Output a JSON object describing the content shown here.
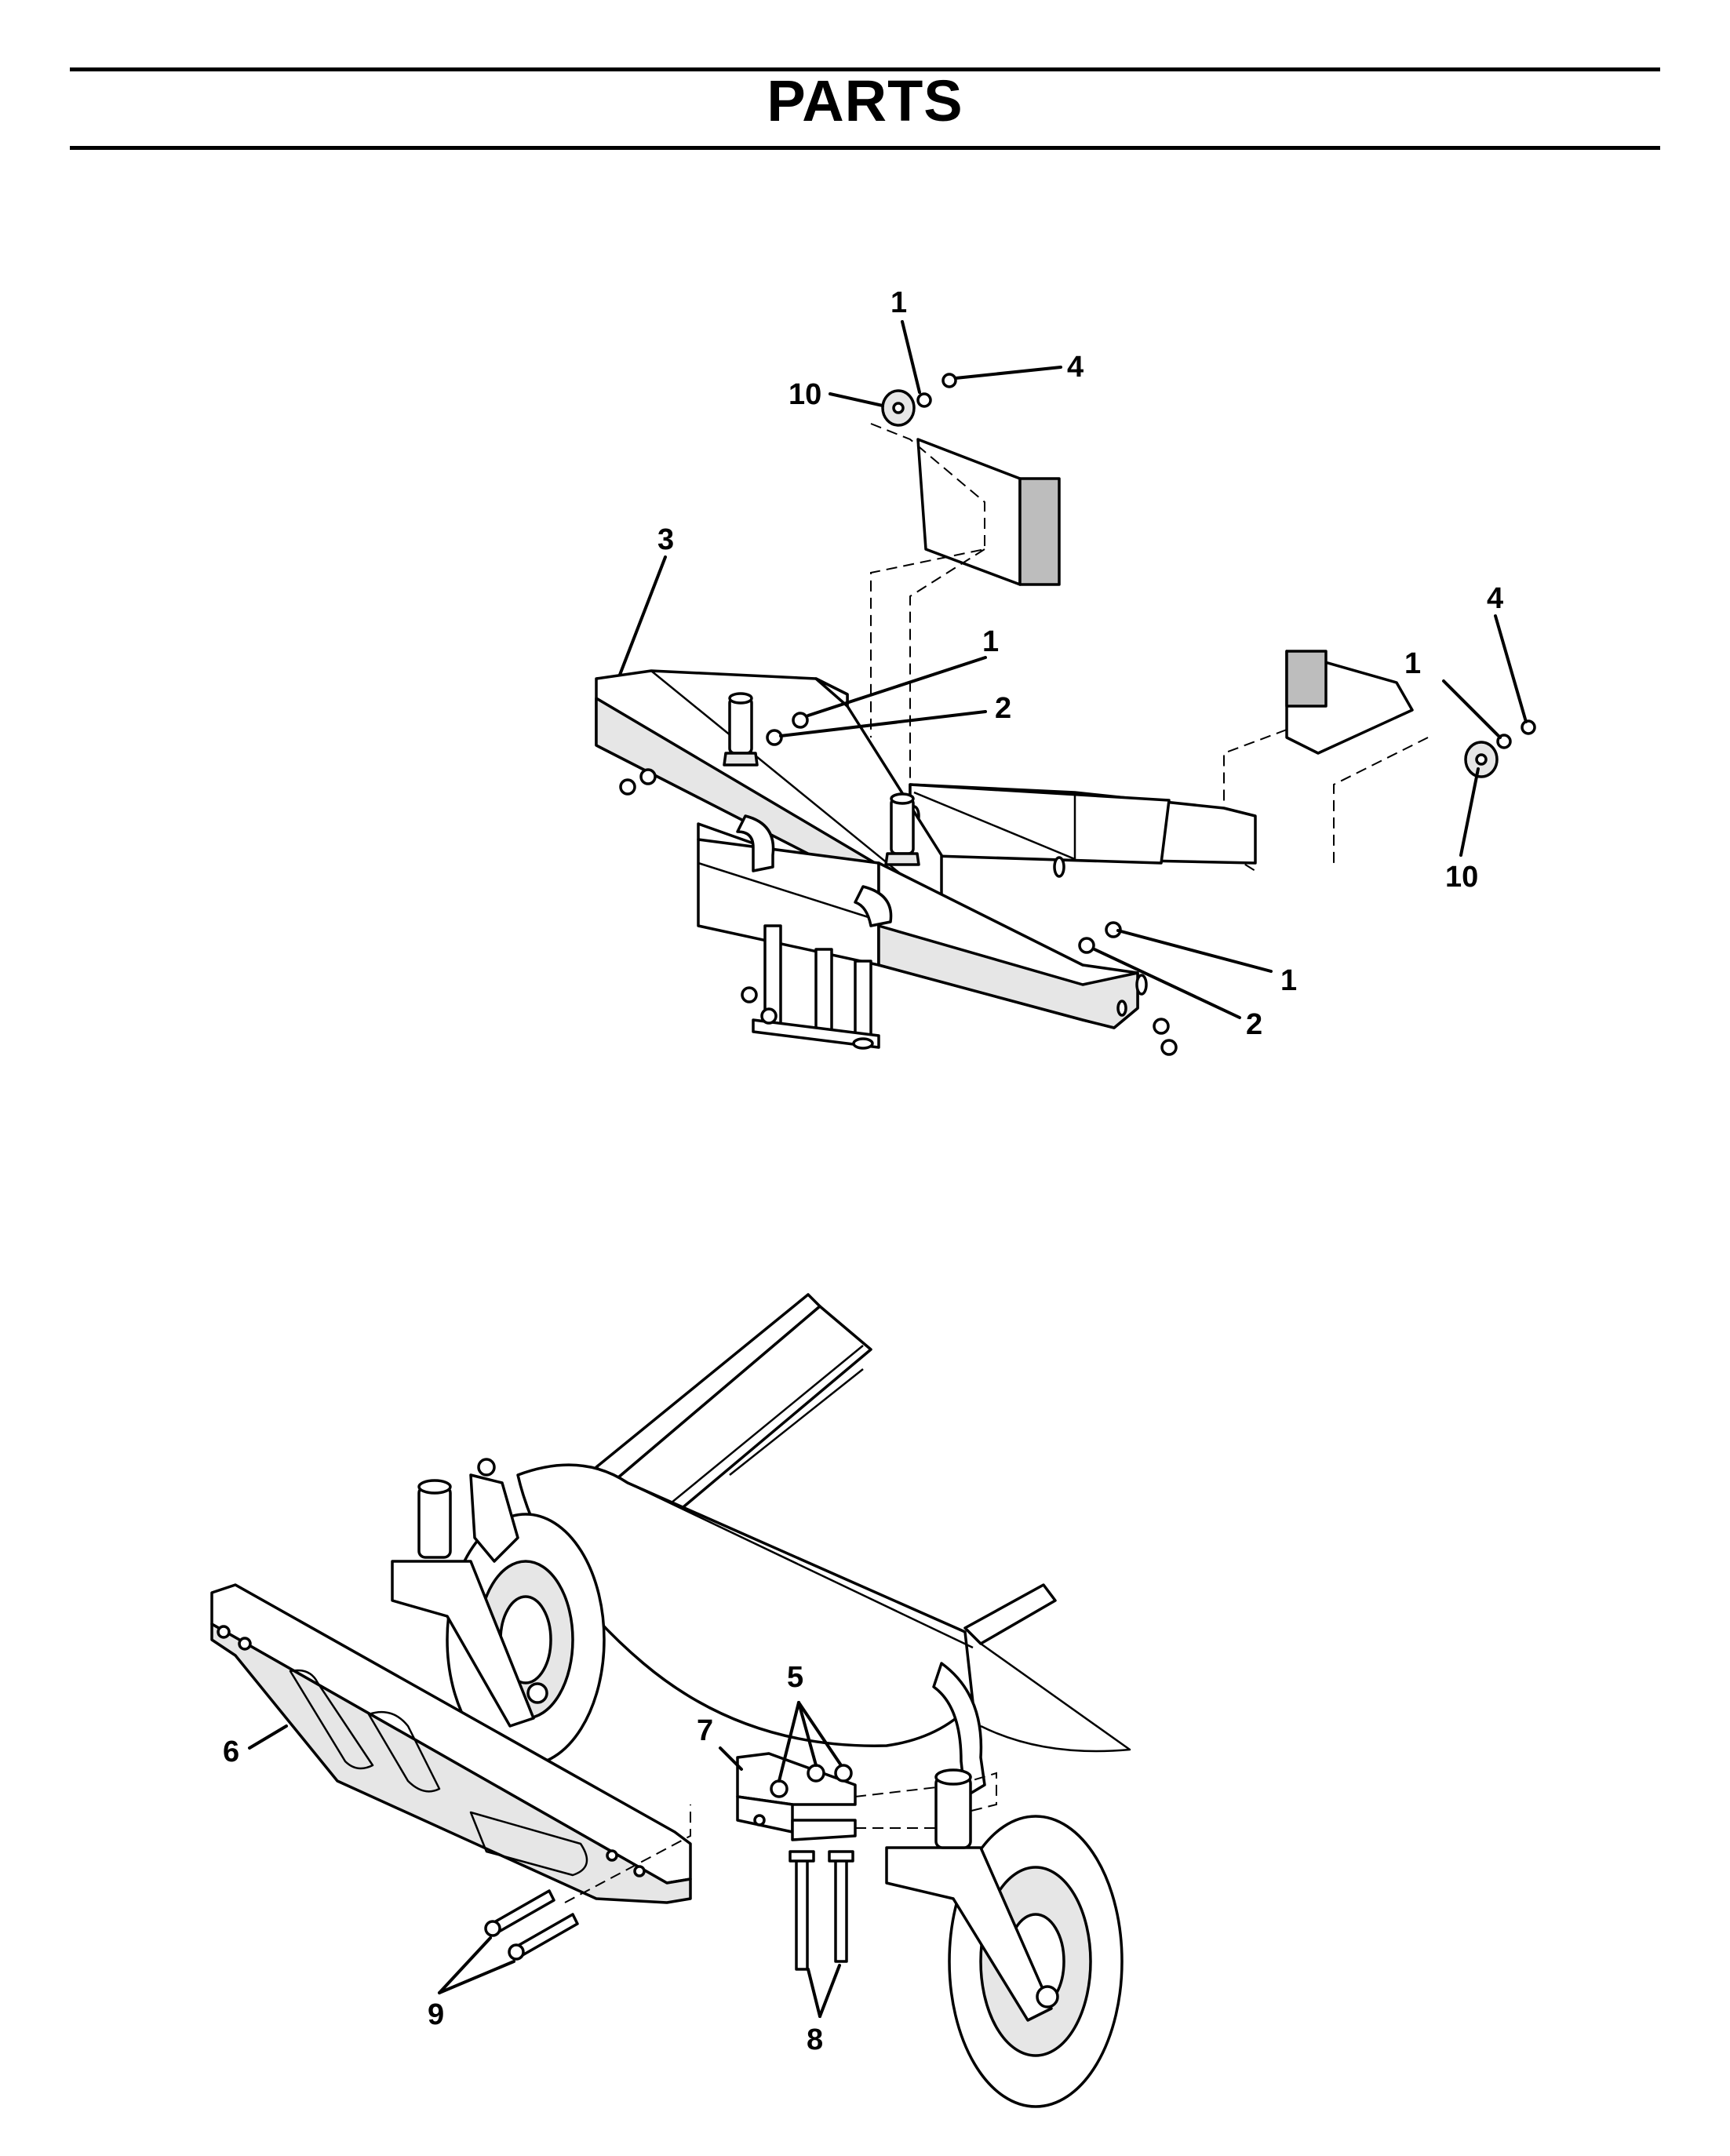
{
  "page": {
    "title": "PARTS"
  },
  "diagram": {
    "upper_callouts": [
      "1",
      "4",
      "10",
      "3",
      "1",
      "2",
      "4",
      "1",
      "10",
      "1",
      "2"
    ],
    "lower_callouts": [
      "5",
      "7",
      "6",
      "9",
      "8"
    ]
  }
}
